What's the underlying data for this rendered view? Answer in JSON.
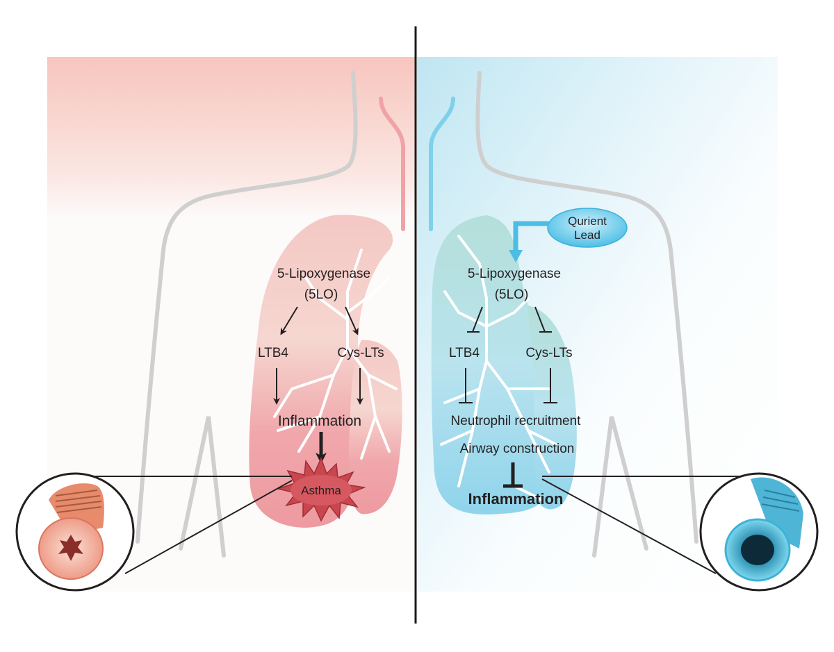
{
  "colors": {
    "left_panel": "#f6c4bd",
    "right_panel": "#bfe6f2",
    "left_lung": "#ee9fa4",
    "right_lung": "#7fd0ea",
    "body_outline": "#cfcfcf",
    "asthma_star": "#c9464e",
    "divider": "#1a1a1a"
  },
  "left": {
    "enzyme": "5-Lipoxygenase",
    "enzyme_abbr": "(5LO)",
    "ltb4": "LTB4",
    "cys_lts": "Cys-LTs",
    "inflammation": "Inflammation",
    "asthma": "Asthma",
    "airway_icon": "constricted-airway-icon"
  },
  "right": {
    "lead_line1": "Qurient",
    "lead_line2": "Lead",
    "enzyme": "5-Lipoxygenase",
    "enzyme_abbr": "(5LO)",
    "ltb4": "LTB4",
    "cys_lts": "Cys-LTs",
    "neutrophil": "Neutrophil recruitment",
    "airway": "Airway construction",
    "inflammation": "Inflammation",
    "airway_icon": "open-airway-icon"
  }
}
